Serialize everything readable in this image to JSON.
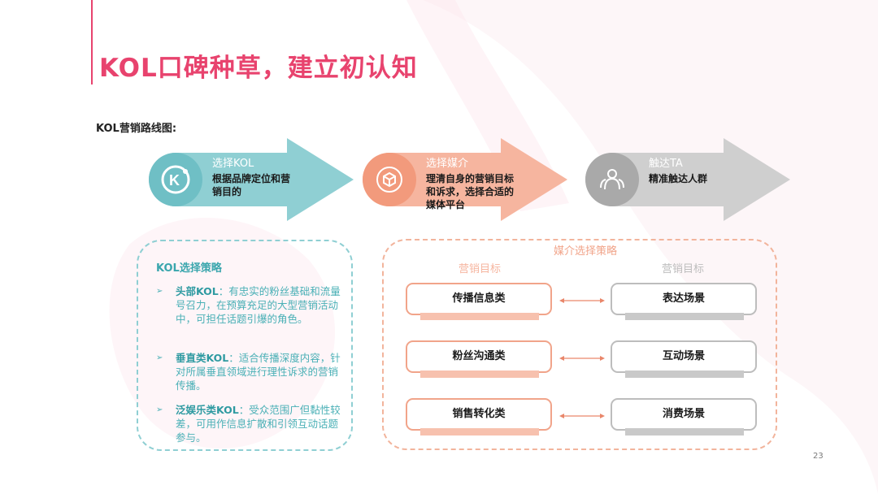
{
  "title": "KOL口碑种草，建立初认知",
  "roadmap_label": "KOL营销路线图:",
  "steps": [
    {
      "title": "选择KOL",
      "desc": "根据品牌定位和营销目的",
      "color": "#8fcfd3",
      "icon": "kol-logo-icon"
    },
    {
      "title": "选择媒介",
      "desc": "理清自身的营销目标和诉求，选择合适的媒体平台",
      "color": "#f6b59f",
      "icon": "cube-network-icon"
    },
    {
      "title": "触达TA",
      "desc": "精准触达人群",
      "color": "#cfcfcf",
      "icon": "people-group-icon"
    }
  ],
  "kol_strategy": {
    "title": "KOL选择策略",
    "items": [
      {
        "name": "头部KOL",
        "text": "：有忠实的粉丝基础和流量号召力，在预算充足的大型营销活动中，可担任话题引爆的角色。"
      },
      {
        "name": "垂直类KOL",
        "text": "：适合传播深度内容，针对所属垂直领域进行理性诉求的营销传播。"
      },
      {
        "name": "泛娱乐类KOL",
        "text": "：受众范围广但黏性较差，可用作信息扩散和引领互动话题参与。"
      }
    ]
  },
  "media_strategy": {
    "title": "媒介选择策略",
    "left_label": "营销目标",
    "right_label": "营销目标",
    "left_items": [
      "传播信息类",
      "粉丝沟通类",
      "销售转化类"
    ],
    "right_items": [
      "表达场景",
      "互动场景",
      "消费场景"
    ],
    "left_color": "#f1a48a",
    "right_color": "#bdbdbd"
  },
  "page_number": "23",
  "colors": {
    "accent": "#e8436e",
    "teal": "#8fcfd3",
    "salmon": "#f6b59f",
    "gray": "#cfcfcf"
  }
}
